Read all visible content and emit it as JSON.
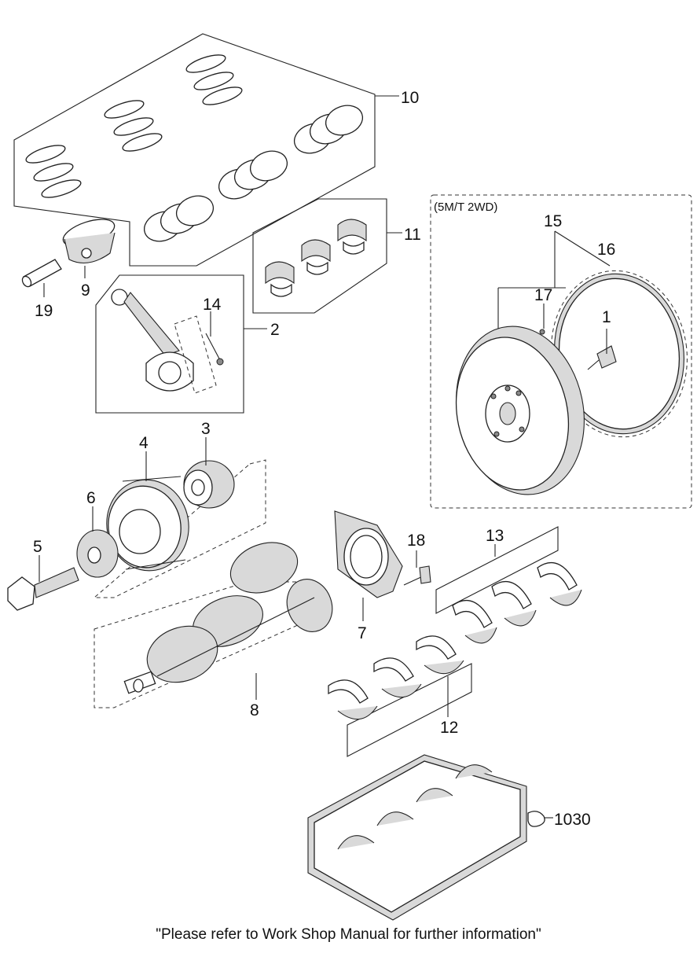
{
  "diagram": {
    "variant_label": "(5M/T 2WD)",
    "footer_note": "\"Please refer to Work Shop Manual for further information\"",
    "callouts": [
      {
        "id": "10",
        "part": "piston-ring-set"
      },
      {
        "id": "11",
        "part": "connecting-rod-bearing-set"
      },
      {
        "id": "9",
        "part": "piston"
      },
      {
        "id": "19",
        "part": "piston-pin"
      },
      {
        "id": "14",
        "part": "connecting-rod-bolt"
      },
      {
        "id": "2",
        "part": "connecting-rod-assembly"
      },
      {
        "id": "15",
        "part": "flywheel-assembly"
      },
      {
        "id": "16",
        "part": "ring-gear"
      },
      {
        "id": "17",
        "part": "dowel-pin"
      },
      {
        "id": "1",
        "part": "flywheel-bolt"
      },
      {
        "id": "4",
        "part": "crankshaft-pulley"
      },
      {
        "id": "3",
        "part": "timing-sprocket"
      },
      {
        "id": "6",
        "part": "washer"
      },
      {
        "id": "5",
        "part": "pulley-bolt"
      },
      {
        "id": "18",
        "part": "seal-case-bolt"
      },
      {
        "id": "13",
        "part": "main-bearing-upper"
      },
      {
        "id": "7",
        "part": "rear-oil-seal-case"
      },
      {
        "id": "8",
        "part": "crankshaft"
      },
      {
        "id": "12",
        "part": "main-bearing-lower"
      },
      {
        "id": "1030",
        "part": "bearing-cap-ladder"
      }
    ]
  }
}
